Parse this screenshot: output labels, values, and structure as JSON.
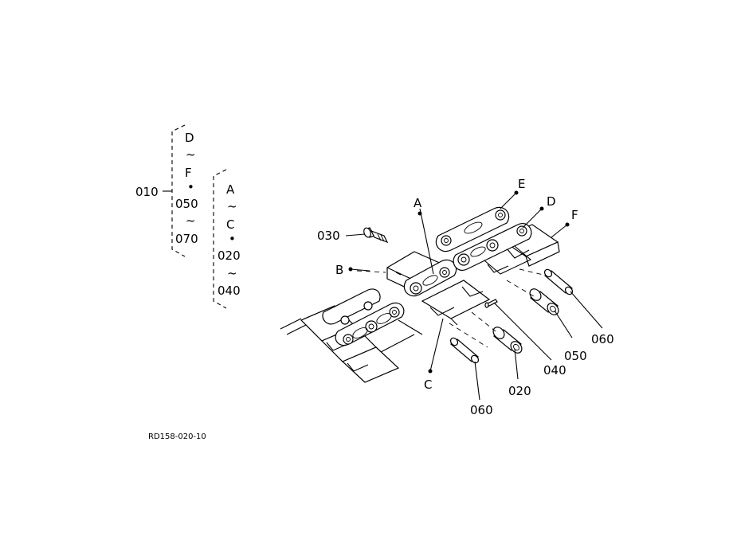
{
  "legend": {
    "assembly_code": "010",
    "group1": [
      "D",
      "~",
      "F",
      "•",
      "050",
      "~",
      "070"
    ],
    "group2": [
      "A",
      "~",
      "C",
      "•",
      "020",
      "~",
      "040"
    ]
  },
  "callouts": {
    "part_030": "030",
    "letter_a": "A",
    "letter_b": "B",
    "letter_c": "C",
    "letter_d": "D",
    "letter_e": "E",
    "letter_f": "F",
    "part_020": "020",
    "part_040": "040",
    "part_050": "050",
    "part_060_left": "060",
    "part_060_right": "060"
  },
  "diagram_code": "RD158-020-10"
}
